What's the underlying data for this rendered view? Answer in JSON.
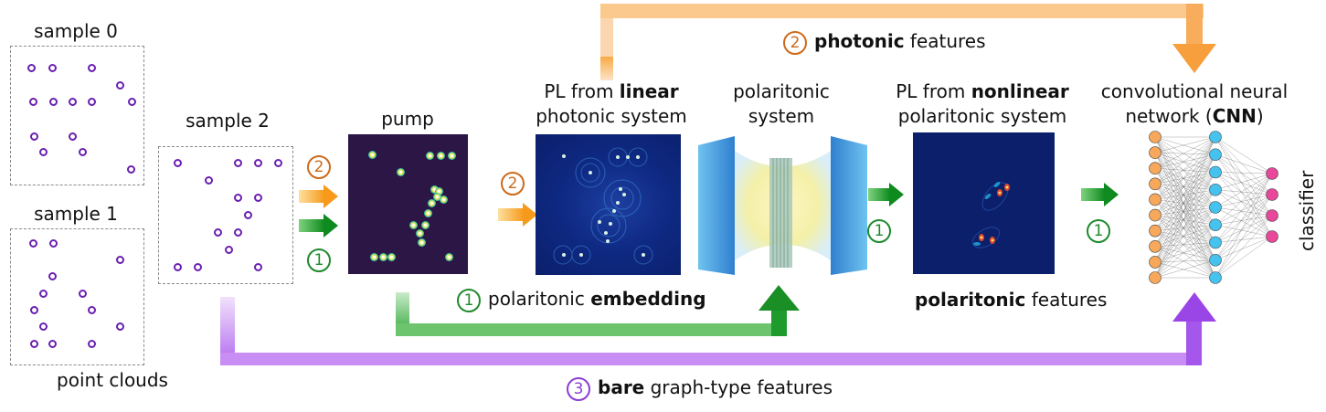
{
  "labels": {
    "sample0": "sample 0",
    "sample1": "sample 1",
    "sample2": "sample 2",
    "point_clouds": "point clouds",
    "pump": "pump",
    "pl_linear_1": "PL from ",
    "pl_linear_bold": "linear",
    "pl_linear_2": "photonic system",
    "polaritonic_1": "polaritonic",
    "polaritonic_2": "system",
    "pl_nonlinear_1": "PL from ",
    "pl_nonlinear_bold": "nonlinear",
    "pl_nonlinear_2": "polaritonic system",
    "cnn_1": "convolutional neural",
    "cnn_2a": "network (",
    "cnn_2b": "CNN",
    "cnn_2c": ")",
    "classifier": "classifier",
    "photonic_bold": "photonic",
    "photonic_rest": " features",
    "embedding_pre": "polaritonic ",
    "embedding_bold": "embedding",
    "polaritonic_feat_bold": "polaritonic",
    "polaritonic_feat_rest": " features",
    "bare_bold": "bare",
    "bare_rest": " graph-type features"
  },
  "badges": {
    "one": "1",
    "two": "2",
    "three": "3"
  },
  "colors": {
    "orange": "#f7a63a",
    "orange_dark": "#cc6a1a",
    "green": "#1f9a2c",
    "green_dark": "#1f8a2c",
    "purple": "#a04ce8",
    "purple_dark": "#8a3cd6",
    "point": "#6a1fb0",
    "cnn_input": "#f7a85a",
    "cnn_hidden": "#45c3ee",
    "cnn_output": "#e8479a",
    "panel_navy": "#0b1f6b",
    "pump_bg": "#2b1646"
  }
}
